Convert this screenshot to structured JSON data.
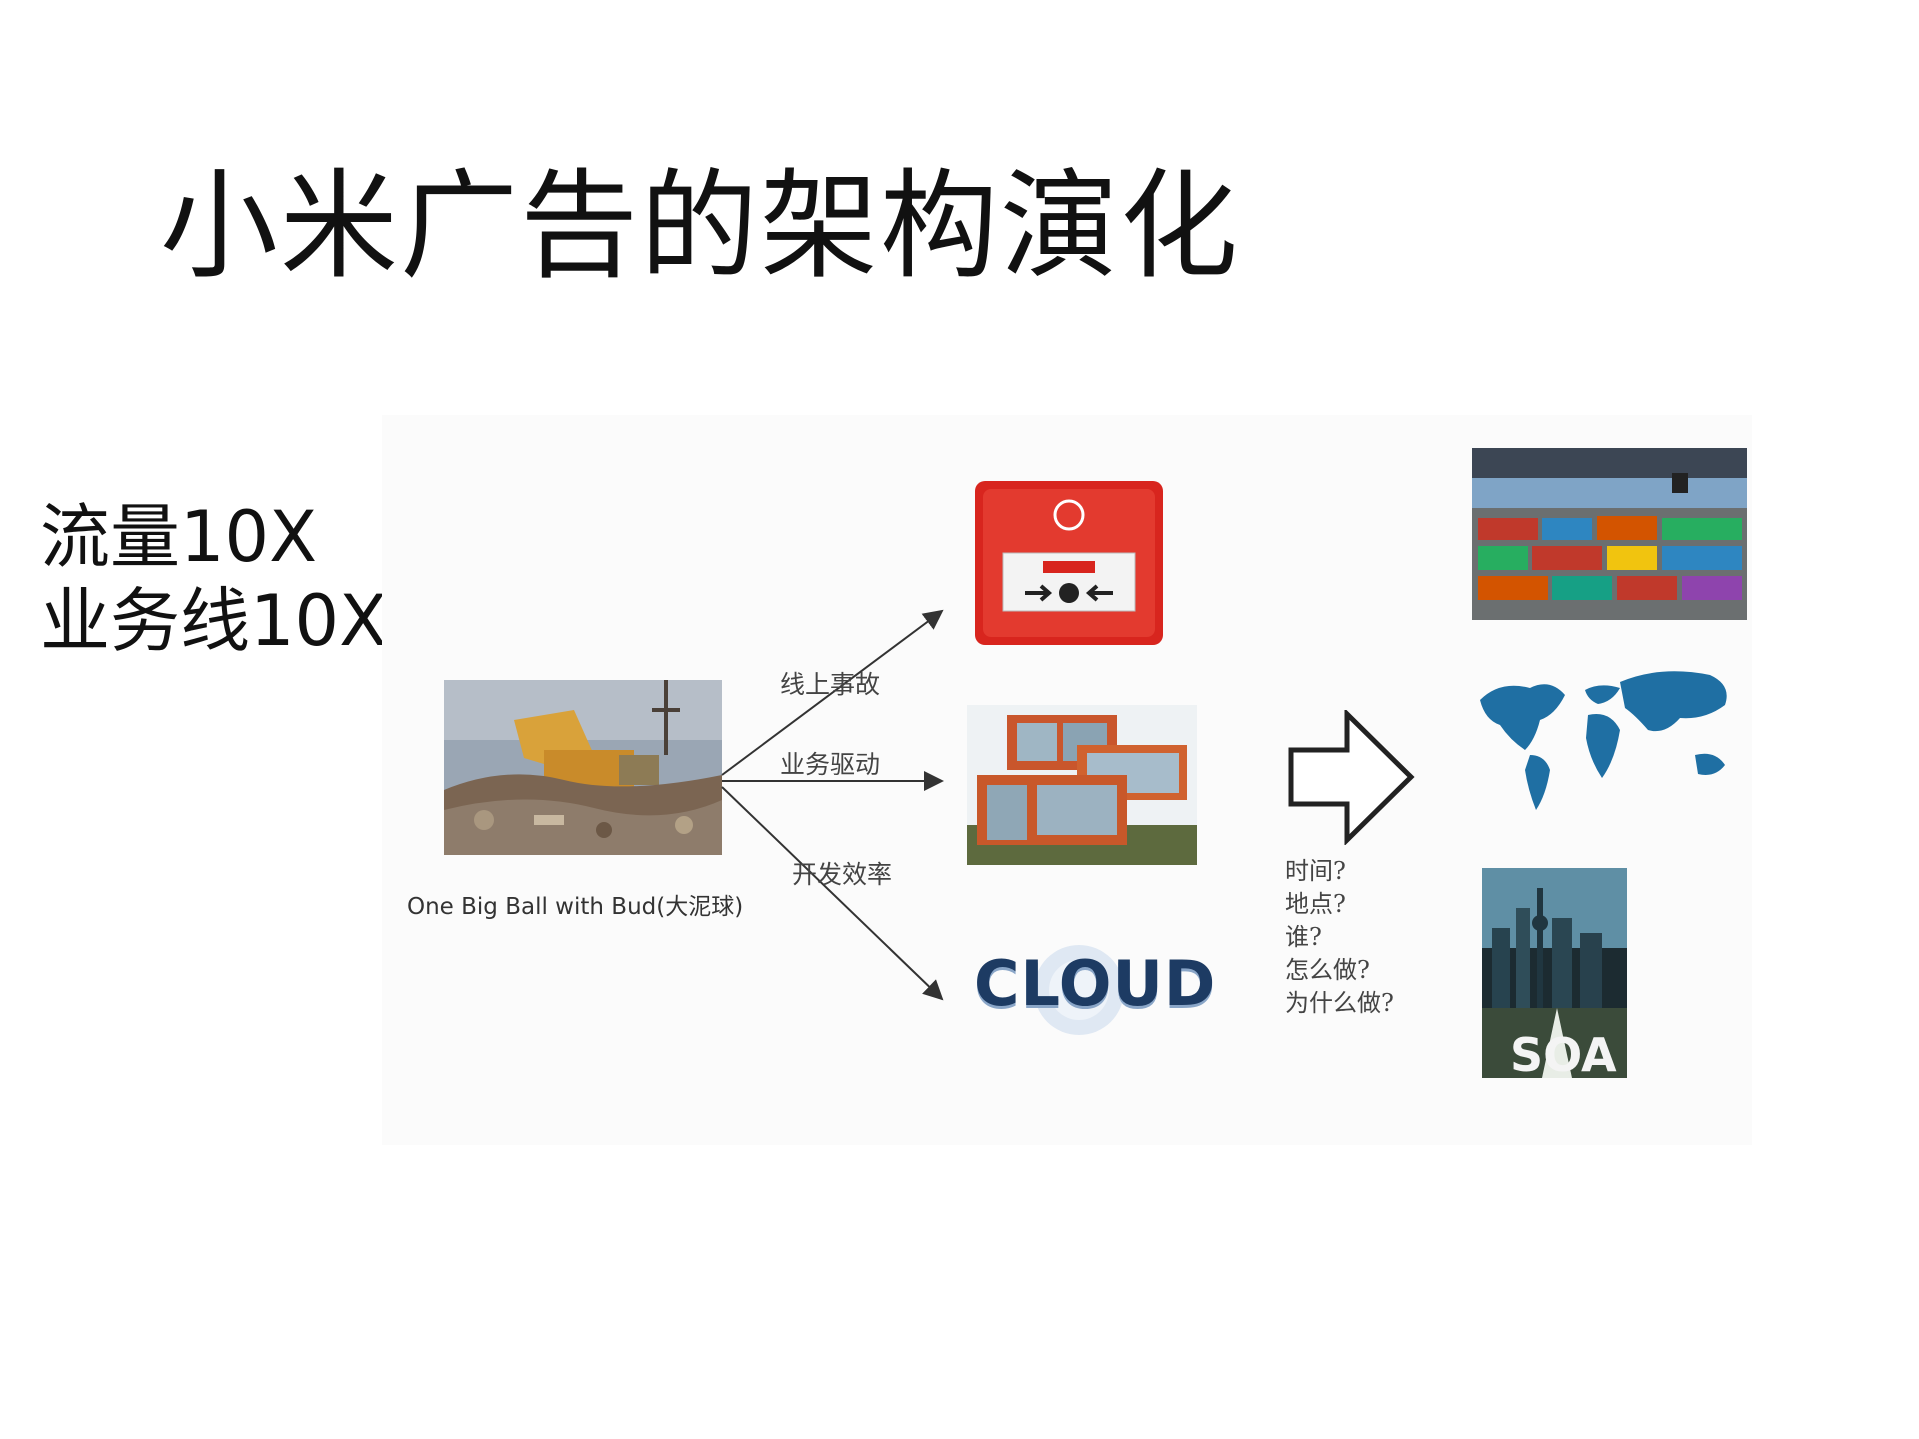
{
  "title": "小米广告的架构演化",
  "side_notes": [
    "流量10X",
    "业务线10X"
  ],
  "diagram": {
    "source_caption": "One Big Ball with Bud(大泥球)",
    "arrow_labels": [
      "线上事故",
      "业务驱动",
      "开发效率"
    ],
    "questions": [
      "时间?",
      "地点?",
      "谁?",
      "怎么做?",
      "为什么做?"
    ],
    "cloud_text": "CLOUD",
    "soa_text": "SOA",
    "images": [
      "garbage-dump-photo",
      "fire-alarm-button-photo",
      "container-house-photo",
      "cloud-logo",
      "container-port-photo",
      "world-map",
      "soa-poster"
    ],
    "colors": {
      "alarm_red": "#d8251e",
      "map_blue": "#1f6fa3",
      "cloud_navy": "#1d3b63"
    }
  }
}
